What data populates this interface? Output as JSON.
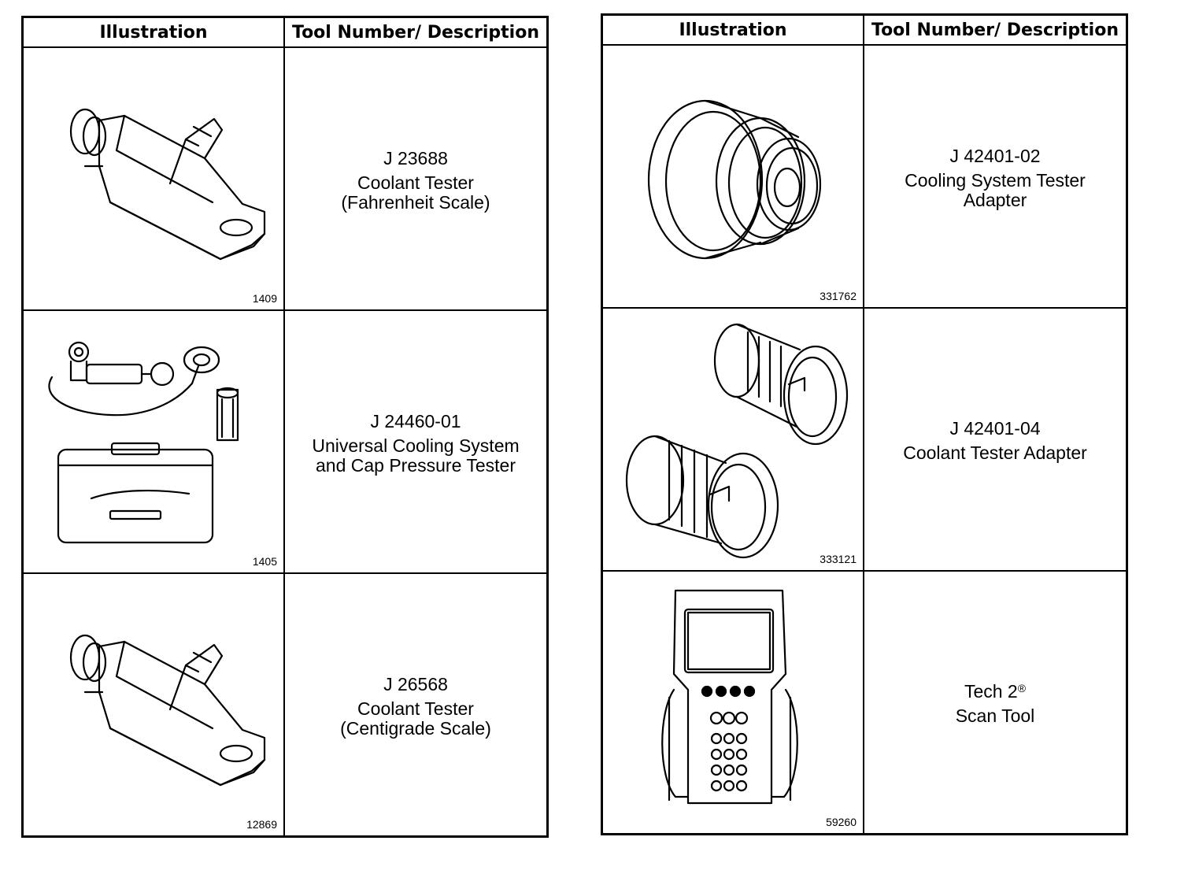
{
  "tables": [
    {
      "headers": {
        "illustration": "Illustration",
        "description": "Tool Number/ Description"
      },
      "rows": [
        {
          "fig": "1409",
          "number": "J 23688",
          "text": "Coolant Tester\n(Fahrenheit Scale)",
          "icon": "refractometer-icon"
        },
        {
          "fig": "1405",
          "number": "J 24460-01",
          "text": "Universal Cooling System\nand Cap Pressure Tester",
          "icon": "pressure-tester-kit-icon"
        },
        {
          "fig": "12869",
          "number": "J 26568",
          "text": "Coolant Tester\n(Centigrade Scale)",
          "icon": "refractometer-icon"
        }
      ]
    },
    {
      "headers": {
        "illustration": "Illustration",
        "description": "Tool Number/ Description"
      },
      "rows": [
        {
          "fig": "331762",
          "number": "J 42401-02",
          "text": "Cooling System Tester\nAdapter",
          "icon": "tester-adapter-icon"
        },
        {
          "fig": "333121",
          "number": "J 42401-04",
          "text": "Coolant Tester Adapter",
          "icon": "coolant-adapter-pair-icon"
        },
        {
          "fig": "59260",
          "name": "Tech 2",
          "reg": "®",
          "text": "Scan Tool",
          "icon": "scan-tool-icon"
        }
      ]
    }
  ]
}
